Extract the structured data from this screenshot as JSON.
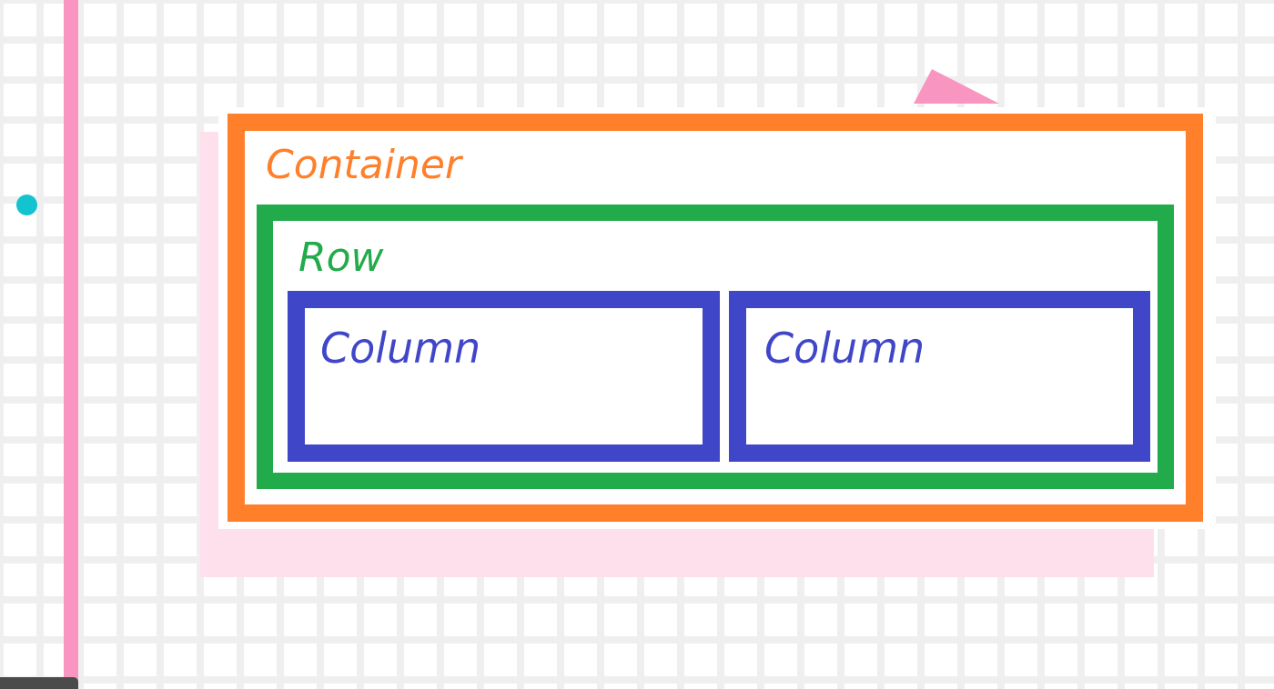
{
  "diagram": {
    "container_label": "Container",
    "row_label": "Row",
    "columns": [
      {
        "label": "Column"
      },
      {
        "label": "Column"
      }
    ]
  },
  "colors": {
    "container": "#ff7f2a",
    "row": "#22ab4a",
    "column": "#4046c8",
    "accent_pink": "#f896c1",
    "accent_cyan": "#14c3d0"
  }
}
